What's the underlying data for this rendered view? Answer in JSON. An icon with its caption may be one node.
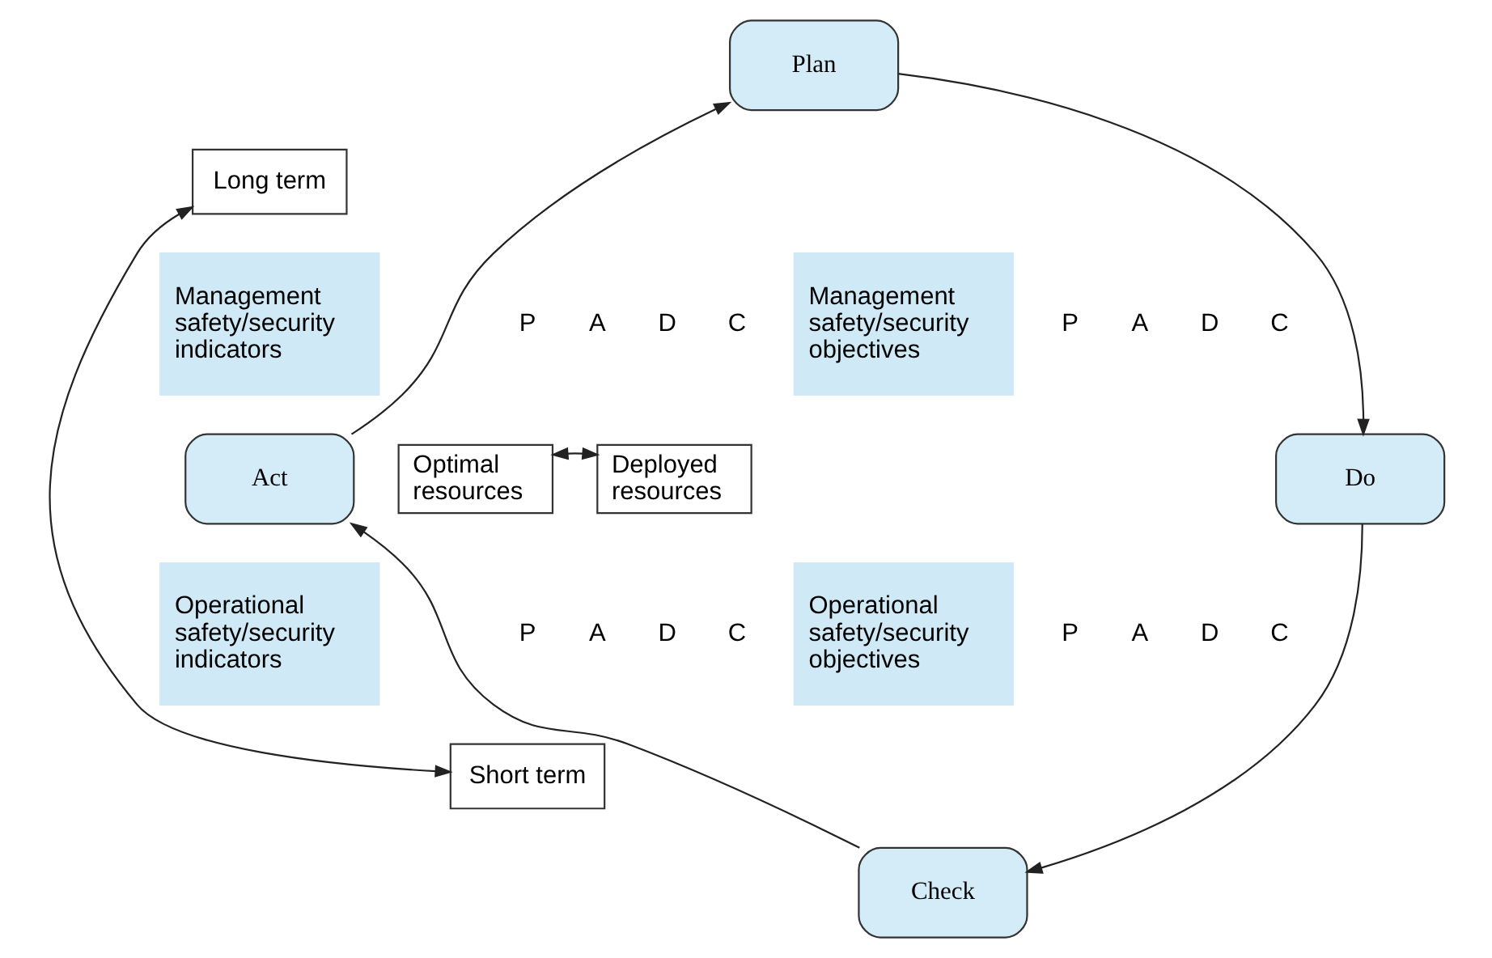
{
  "diagram": {
    "nodes": [
      {
        "text": [
          "Plan"
        ]
      },
      {
        "text": [
          "Do"
        ]
      },
      {
        "text": [
          "Check"
        ]
      },
      {
        "text": [
          "Act"
        ]
      },
      {
        "text": [
          "Long term"
        ]
      },
      {
        "text": [
          "Optimal resources"
        ]
      },
      {
        "text": [
          "Deployed resources"
        ]
      },
      {
        "text": [
          "Short term"
        ]
      },
      {
        "text": [
          "Management safety/security objectives"
        ]
      },
      {
        "text": [
          "Management safety/security indicators"
        ]
      },
      {
        "text": [
          "Operational safety/security objectives"
        ]
      },
      {
        "text": [
          "Operational safety/security indicators"
        ]
      }
    ],
    "edges": [
      {
        "from": 0,
        "to": 1,
        "arrow": "to"
      },
      {
        "from": 1,
        "to": 2,
        "arrow": "to"
      },
      {
        "from": 2,
        "to": 3,
        "arrow": "to"
      },
      {
        "from": 3,
        "to": 0,
        "arrow": "to"
      },
      {
        "from": 4,
        "to": 7,
        "arrow": "both"
      },
      {
        "from": 5,
        "to": 6,
        "arrow": "both"
      }
    ],
    "labels": [
      "P",
      "A",
      "D",
      "C",
      "P",
      "A",
      "D",
      "C",
      "P",
      "A",
      "D",
      "C",
      "P",
      "A",
      "D",
      "C"
    ]
  }
}
